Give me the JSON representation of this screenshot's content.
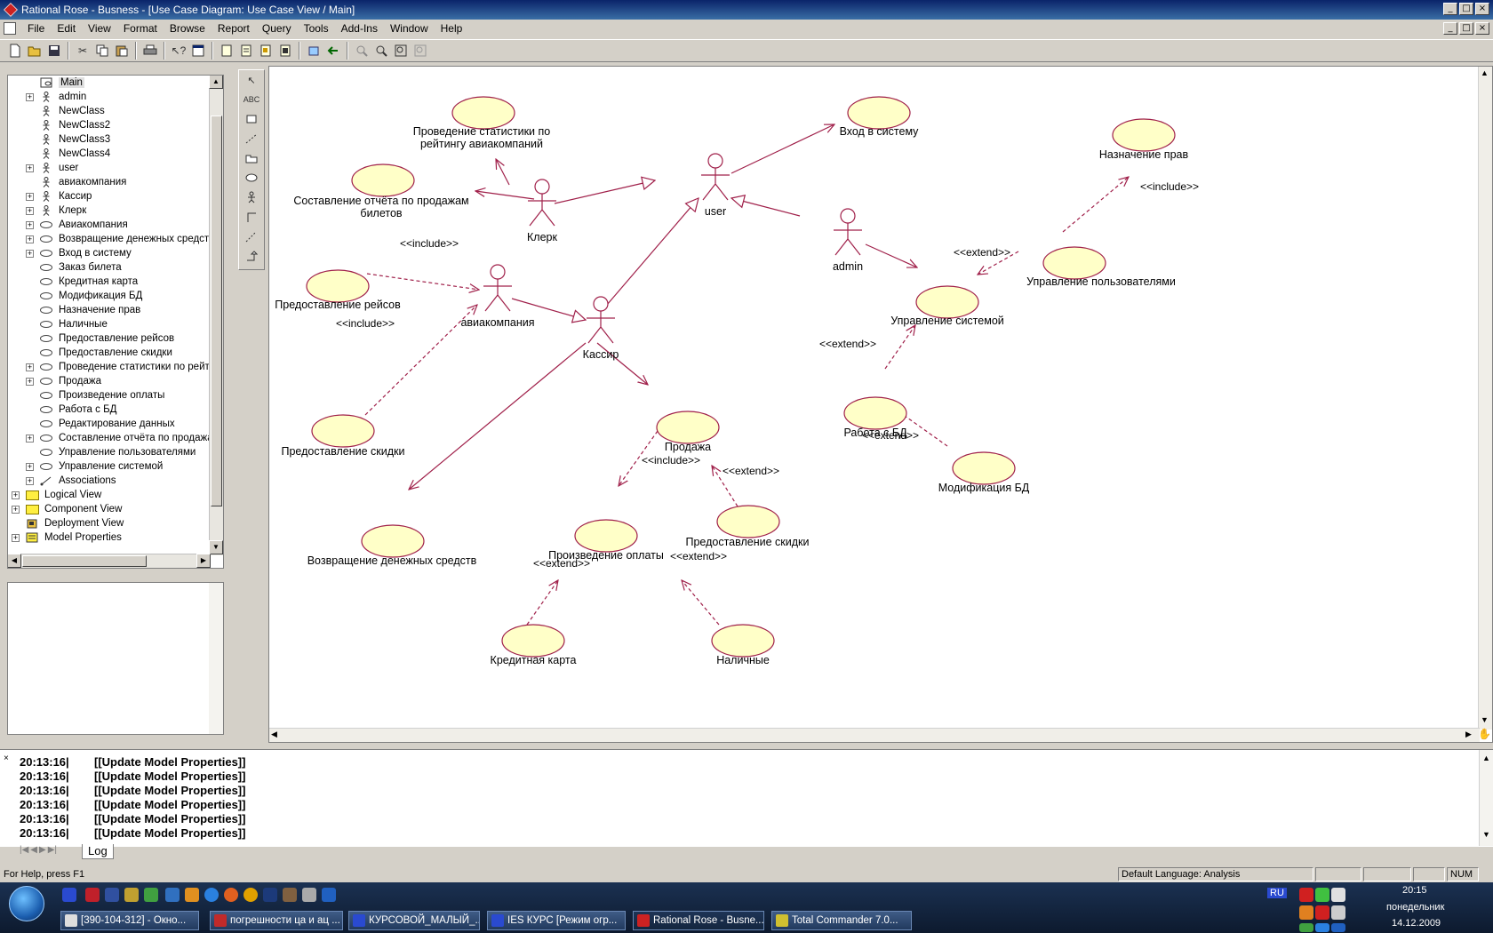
{
  "window": {
    "title": "Rational Rose - Busness - [Use Case Diagram: Use Case View / Main]",
    "min_label": "_",
    "max_label": "□",
    "close_label": "×"
  },
  "menu": [
    "File",
    "Edit",
    "View",
    "Format",
    "Browse",
    "Report",
    "Query",
    "Tools",
    "Add-Ins",
    "Window",
    "Help"
  ],
  "browser": {
    "items": [
      {
        "label": "Main",
        "icon": "diagram-icon",
        "expander": "",
        "selected": true
      },
      {
        "label": "admin",
        "icon": "actor-icon",
        "expander": "+"
      },
      {
        "label": "NewClass",
        "icon": "actor-icon",
        "expander": ""
      },
      {
        "label": "NewClass2",
        "icon": "actor-icon",
        "expander": ""
      },
      {
        "label": "NewClass3",
        "icon": "actor-icon",
        "expander": ""
      },
      {
        "label": "NewClass4",
        "icon": "actor-icon",
        "expander": ""
      },
      {
        "label": "user",
        "icon": "actor-icon",
        "expander": "+"
      },
      {
        "label": "авиакомпания",
        "icon": "actor-icon",
        "expander": ""
      },
      {
        "label": "Кассир",
        "icon": "actor-icon",
        "expander": "+"
      },
      {
        "label": "Клерк",
        "icon": "actor-icon",
        "expander": "+"
      },
      {
        "label": "Авиакомпания",
        "icon": "usecase-icon",
        "expander": "+"
      },
      {
        "label": "Возвращение денежных средств",
        "icon": "usecase-icon",
        "expander": "+"
      },
      {
        "label": "Вход в систему",
        "icon": "usecase-icon",
        "expander": "+"
      },
      {
        "label": "Заказ билета",
        "icon": "usecase-icon",
        "expander": ""
      },
      {
        "label": "Кредитная карта",
        "icon": "usecase-icon",
        "expander": ""
      },
      {
        "label": "Модификация БД",
        "icon": "usecase-icon",
        "expander": ""
      },
      {
        "label": "Назначение прав",
        "icon": "usecase-icon",
        "expander": ""
      },
      {
        "label": "Наличные",
        "icon": "usecase-icon",
        "expander": ""
      },
      {
        "label": "Предоставление рейсов",
        "icon": "usecase-icon",
        "expander": ""
      },
      {
        "label": "Предоставление скидки",
        "icon": "usecase-icon",
        "expander": ""
      },
      {
        "label": "Проведение статистики по рейти",
        "icon": "usecase-icon",
        "expander": "+"
      },
      {
        "label": "Продажа",
        "icon": "usecase-icon",
        "expander": "+"
      },
      {
        "label": "Произведение оплаты",
        "icon": "usecase-icon",
        "expander": ""
      },
      {
        "label": "Работа с БД",
        "icon": "usecase-icon",
        "expander": ""
      },
      {
        "label": "Редактирование данных",
        "icon": "usecase-icon",
        "expander": ""
      },
      {
        "label": "Составление отчёта по продажам",
        "icon": "usecase-icon",
        "expander": "+"
      },
      {
        "label": "Управление пользователями",
        "icon": "usecase-icon",
        "expander": ""
      },
      {
        "label": "Управление системой",
        "icon": "usecase-icon",
        "expander": "+"
      },
      {
        "label": "Associations",
        "icon": "associations-icon",
        "expander": "+"
      },
      {
        "label": "Logical View",
        "icon": "folder-icon",
        "expander": "+",
        "top": true
      },
      {
        "label": "Component View",
        "icon": "folder-icon",
        "expander": "+",
        "top": true
      },
      {
        "label": "Deployment View",
        "icon": "deployment-icon",
        "expander": "",
        "top": true
      },
      {
        "label": "Model Properties",
        "icon": "properties-icon",
        "expander": "+",
        "top": true
      }
    ]
  },
  "diagram": {
    "actors": [
      {
        "id": "user",
        "label": "user"
      },
      {
        "id": "klerk",
        "label": "Клерк"
      },
      {
        "id": "admin",
        "label": "admin"
      },
      {
        "id": "aviakompania",
        "label": "авиакомпания"
      },
      {
        "id": "kassir",
        "label": "Кассир"
      }
    ],
    "usecases": [
      {
        "id": "stat",
        "label1": "Проведение статистики по",
        "label2": "рейтингу авиакомпаний"
      },
      {
        "id": "vhod",
        "label1": "Вход в систему",
        "label2": ""
      },
      {
        "id": "naznach",
        "label1": "Назначение прав",
        "label2": ""
      },
      {
        "id": "otchet",
        "label1": "Составление отчёта по продажам",
        "label2": "билетов"
      },
      {
        "id": "reisy",
        "label1": "Предоставление рейсов",
        "label2": ""
      },
      {
        "id": "upr_polz",
        "label1": "Управление пользователями",
        "label2": ""
      },
      {
        "id": "upr_sys",
        "label1": "Управление системой",
        "label2": ""
      },
      {
        "id": "skidka1",
        "label1": "Предоставление скидки",
        "label2": ""
      },
      {
        "id": "rabota_bd",
        "label1": "Работа с БД",
        "label2": ""
      },
      {
        "id": "prodazha",
        "label1": "Продажа",
        "label2": ""
      },
      {
        "id": "modif_bd",
        "label1": "Модификация БД",
        "label2": ""
      },
      {
        "id": "skidka2",
        "label1": "Предоставление скидки",
        "label2": ""
      },
      {
        "id": "oplata",
        "label1": "Произведение оплаты",
        "label2": ""
      },
      {
        "id": "vozvrat",
        "label1": "Возвращение денежных средств",
        "label2": ""
      },
      {
        "id": "kredit",
        "label1": "Кредитная карта",
        "label2": ""
      },
      {
        "id": "nalichnye",
        "label1": "Наличные",
        "label2": ""
      }
    ],
    "stereotypes": {
      "include": "<<include>>",
      "extend": "<<extend>>"
    },
    "colors": {
      "line": "#a0204a",
      "usecase_fill": "#ffffc8"
    }
  },
  "log": {
    "rows": [
      {
        "time": "20:13:16|",
        "msg": "[[Update Model Properties]]"
      },
      {
        "time": "20:13:16|",
        "msg": "[[Update Model Properties]]"
      },
      {
        "time": "20:13:16|",
        "msg": "[[Update Model Properties]]"
      },
      {
        "time": "20:13:16|",
        "msg": "[[Update Model Properties]]"
      },
      {
        "time": "20:13:16|",
        "msg": "[[Update Model Properties]]"
      },
      {
        "time": "20:13:16|",
        "msg": "[[Update Model Properties]]"
      }
    ],
    "tab_label": "Log"
  },
  "status": {
    "help": "For Help, press F1",
    "language": "Default Language: Analysis",
    "num": "NUM"
  },
  "taskbar": {
    "buttons": [
      "[390-104-312] - Окно...",
      "погрешности ца и ац ...",
      "КУРСОВОЙ_МАЛЫЙ_...",
      "IES КУРС [Режим огр...",
      "Rational Rose - Busne...",
      "Total Commander 7.0..."
    ],
    "lang": "RU",
    "time": "20:15",
    "day": "понедельник",
    "date": "14.12.2009"
  }
}
